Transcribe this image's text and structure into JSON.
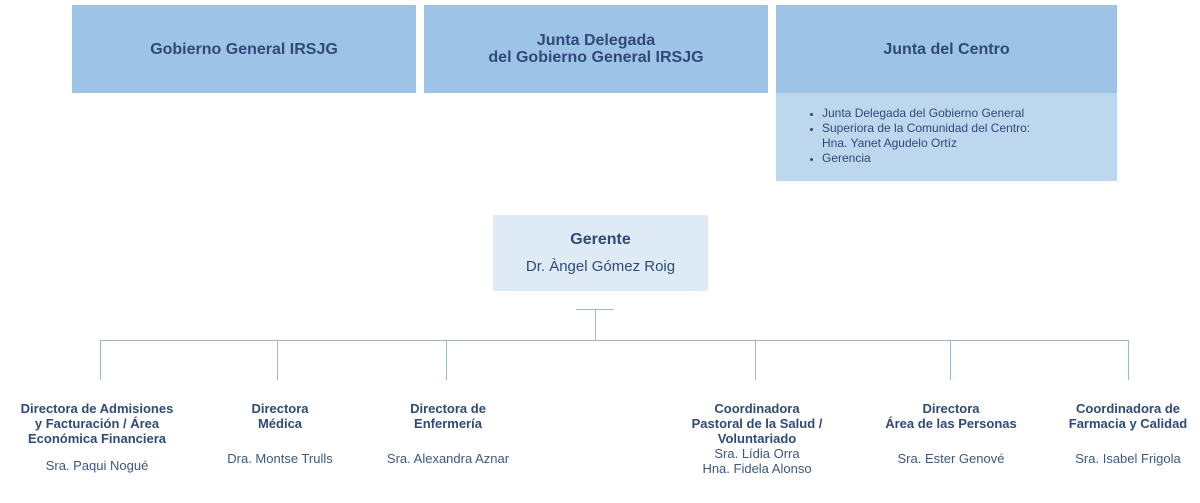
{
  "top_boxes": [
    {
      "label": "Gobierno General IRSJG"
    },
    {
      "label": "Junta Delegada\ndel Gobierno General IRSJG"
    },
    {
      "label": "Junta del Centro"
    }
  ],
  "junta_centro_members": [
    "Junta Delegada del Gobierno General",
    "Superiora de la Comunidad del Centro:\nHna. Yanet Agudelo Ortíz",
    "Gerencia"
  ],
  "gerente": {
    "title": "Gerente",
    "name": "Dr. Àngel Gómez Roig"
  },
  "departments": [
    {
      "title": "Directora de Admisiones\ny Facturación / Área\nEconómica Financiera",
      "person": "Sra. Paqui Nogué"
    },
    {
      "title": "Directora\nMédica",
      "person": "Dra. Montse Trulls"
    },
    {
      "title": "Directora de\nEnfermería",
      "person": "Sra. Alexandra Aznar"
    },
    {
      "title": "Coordinadora\nPastoral de la Salud /\nVoluntariado",
      "person": "Sra. Lídia Orra\nHna. Fidela Alonso"
    },
    {
      "title": "Directora\nÁrea de las Personas",
      "person": "Sra. Ester Genové"
    },
    {
      "title": "Coordinadora de\nFarmacia y Calidad",
      "person": "Sra. Isabel Frigola"
    }
  ]
}
